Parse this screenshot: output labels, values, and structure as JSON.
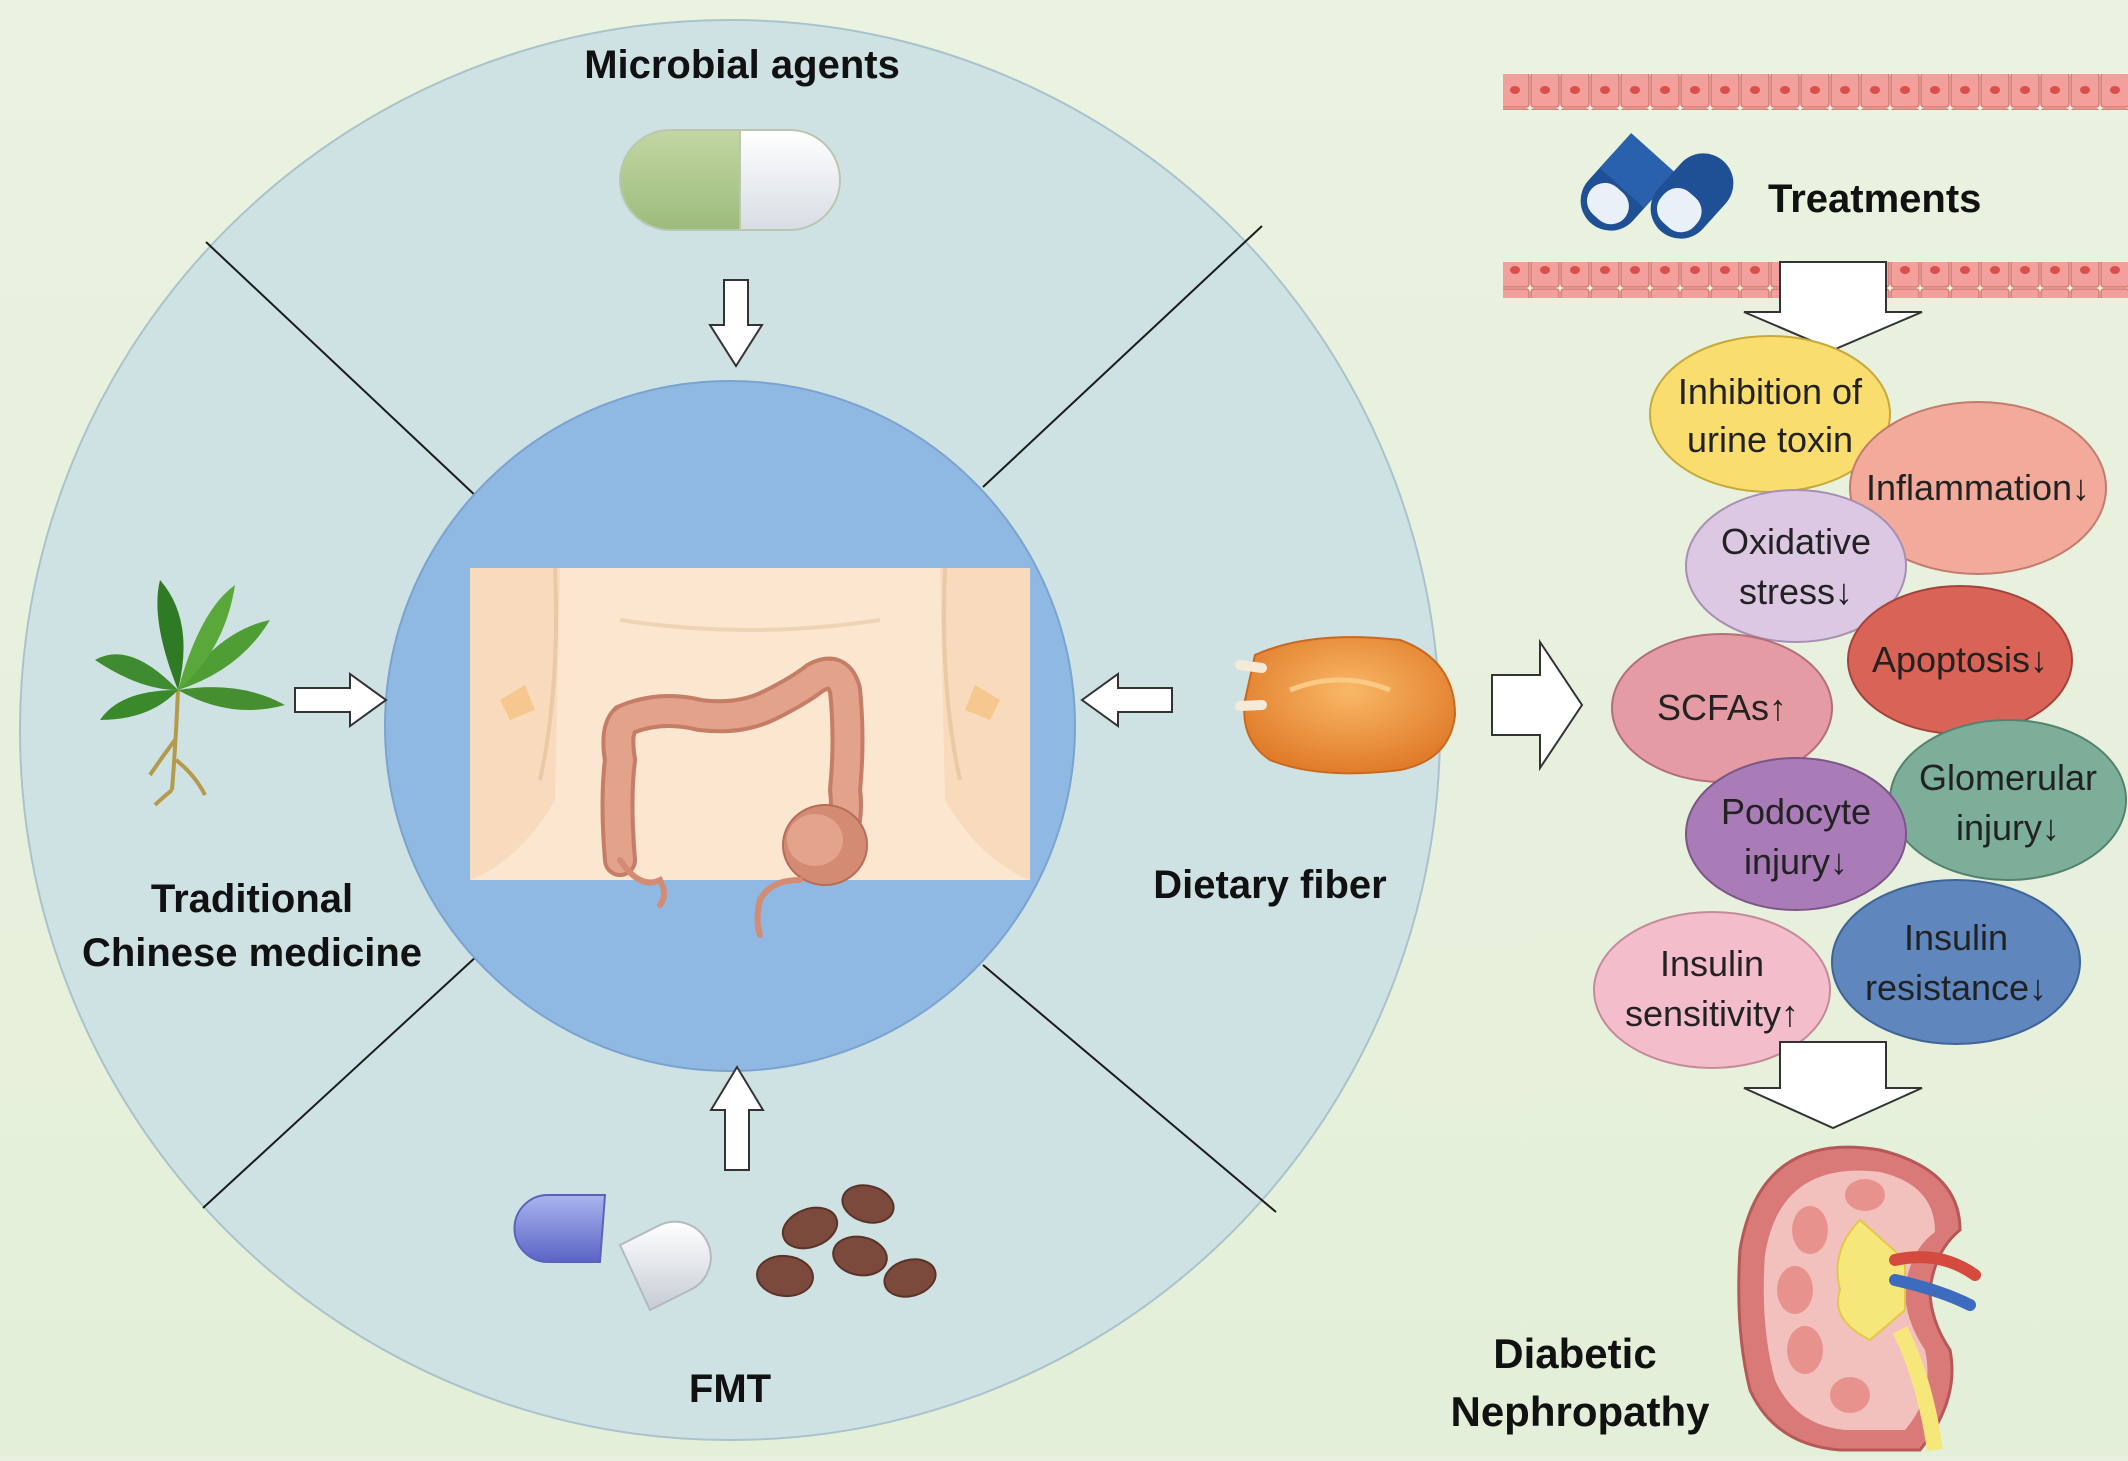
{
  "sources": {
    "microbial_agents": "Microbial agents",
    "tcm_line1": "Traditional",
    "tcm_line2": "Chinese medicine",
    "dietary_fiber": "Dietary fiber",
    "fmt": "FMT"
  },
  "treatments_label": "Treatments",
  "effects": [
    {
      "line1": "Inhibition of",
      "line2": "urine toxin",
      "color": "#f9dd6e"
    },
    {
      "line1": "Inflammation↓",
      "line2": "",
      "color": "#f2aa9b"
    },
    {
      "line1": "Oxidative",
      "line2": "stress↓",
      "color": "#dcc8e3"
    },
    {
      "line1": "Apoptosis↓",
      "line2": "",
      "color": "#da6358"
    },
    {
      "line1": "SCFAs↑",
      "line2": "",
      "color": "#e49ba3"
    },
    {
      "line1": "Glomerular",
      "line2": "injury↓",
      "color": "#7cae9a"
    },
    {
      "line1": "Podocyte",
      "line2": "injury↓",
      "color": "#a97cb7"
    },
    {
      "line1": "Insulin",
      "line2": "resistance↓",
      "color": "#5f86bd"
    },
    {
      "line1": "Insulin",
      "line2": "sensitivity↑",
      "color": "#f3bdcb"
    }
  ],
  "outcome": {
    "line1": "Diabetic",
    "line2": "Nephropathy"
  },
  "colors": {
    "outer_circle": "#cfe2e3",
    "inner_circle": "#8fb9e3",
    "capsule_dark": "#1f4f95",
    "skin": "#fbe6cf",
    "colon": "#d9917a"
  },
  "icons": [
    "capsule-icon",
    "pills-icon",
    "plant-icon",
    "roast-chicken-icon",
    "feces-icon",
    "colon-icon",
    "kidney-icon",
    "intestinal-epithelium-icon"
  ]
}
